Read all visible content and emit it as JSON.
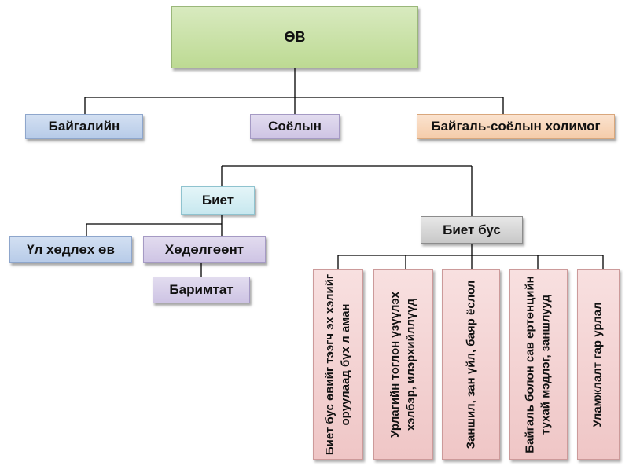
{
  "root": "ӨВ",
  "level1": [
    "Байгалийн",
    "Соёлын",
    "Байгаль-соёлын холимог"
  ],
  "tangible": {
    "label": "Биет",
    "children": [
      "Үл хөдлөх өв",
      "Хөдөлгөөнт"
    ],
    "grandchild": "Баримтат"
  },
  "intangible": {
    "label": "Биет бус",
    "children": [
      {
        "line1": "Биет бус өвийг тээгч эх хэлийг",
        "line2": "оруулаад бүх л аман"
      },
      {
        "line1": "Урлагийн тоглон үзүүлэх",
        "line2": "хэлбэр, илэрхийллүүд"
      },
      {
        "line1": "Заншил, зан үйл, баяр ёслол",
        "line2": ""
      },
      {
        "line1": "Байгаль болон сав ертөнцийн",
        "line2": "тухай мэдлэг, заншлууд"
      },
      {
        "line1": "Уламжлалт гар урлал",
        "line2": ""
      }
    ]
  },
  "colors": {
    "root": "#c6e0a0",
    "blue": "#c4d5ee",
    "lilac": "#d6cdea",
    "peach": "#f7d6ba",
    "cyan": "#d6eef3",
    "gray": "#d4d4d4",
    "rose": "#f3d2d2",
    "line": "#000000"
  }
}
